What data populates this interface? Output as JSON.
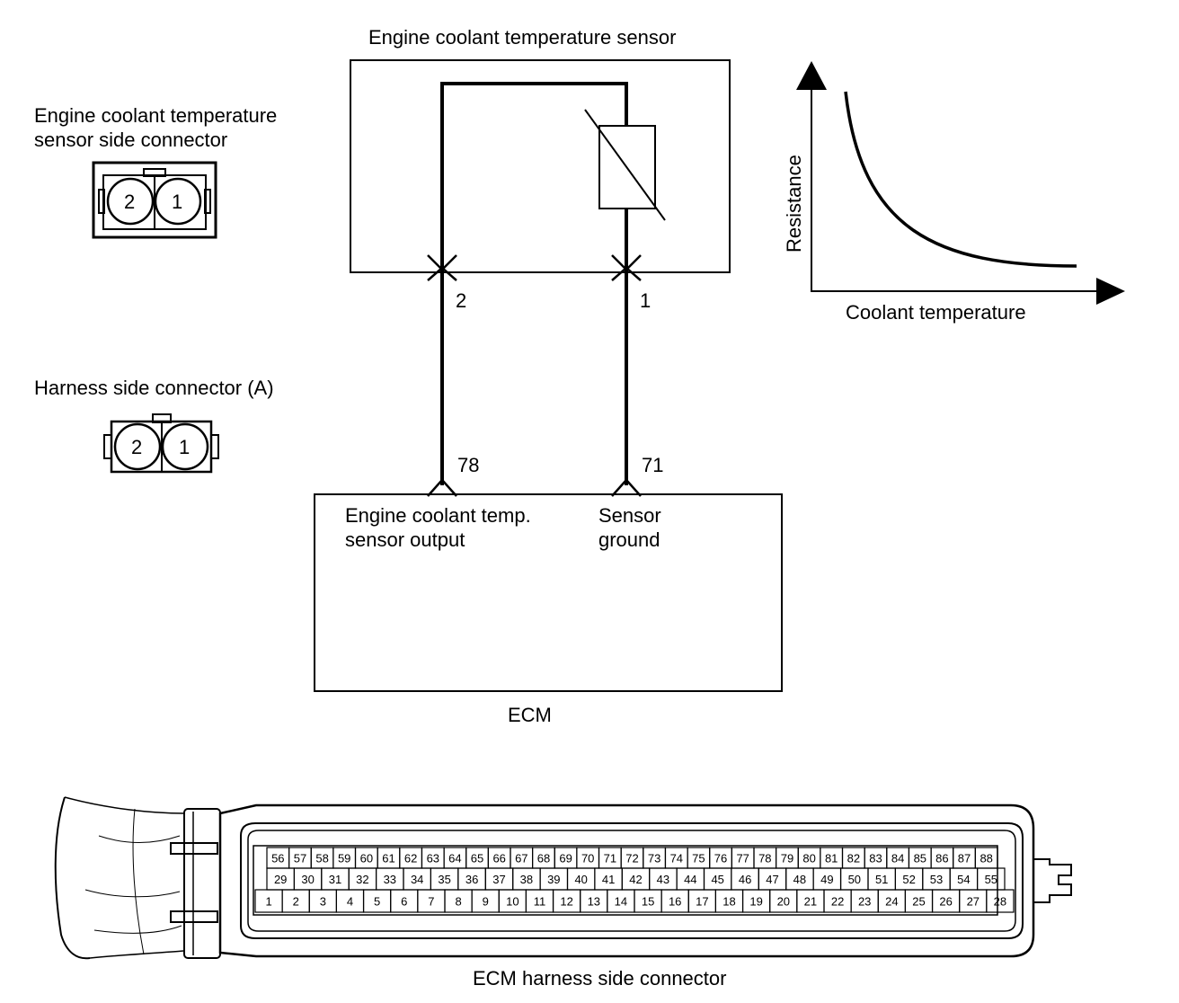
{
  "sensor": {
    "title": "Engine coolant temperature sensor",
    "pin_left": "2",
    "pin_right": "1"
  },
  "sensor_connector": {
    "label_line1": "Engine coolant temperature",
    "label_line2": "sensor side connector",
    "pin_left": "2",
    "pin_right": "1"
  },
  "harness_connector": {
    "label": "Harness side connector (A)",
    "pin_left": "2",
    "pin_right": "1"
  },
  "graph": {
    "ylabel": "Resistance",
    "xlabel": "Coolant temperature"
  },
  "ecm": {
    "title": "ECM",
    "terminal_left": "78",
    "terminal_right": "71",
    "output_line1": "Engine coolant temp.",
    "output_line2": "sensor output",
    "ground_line1": "Sensor",
    "ground_line2": "ground"
  },
  "ecm_connector": {
    "label": "ECM harness side connector",
    "row1": [
      "56",
      "57",
      "58",
      "59",
      "60",
      "61",
      "62",
      "63",
      "64",
      "65",
      "66",
      "67",
      "68",
      "69",
      "70",
      "71",
      "72",
      "73",
      "74",
      "75",
      "76",
      "77",
      "78",
      "79",
      "80",
      "81",
      "82",
      "83",
      "84",
      "85",
      "86",
      "87",
      "88"
    ],
    "row2": [
      "29",
      "30",
      "31",
      "32",
      "33",
      "34",
      "35",
      "36",
      "37",
      "38",
      "39",
      "40",
      "41",
      "42",
      "43",
      "44",
      "45",
      "46",
      "47",
      "48",
      "49",
      "50",
      "51",
      "52",
      "53",
      "54",
      "55"
    ],
    "row3": [
      "1",
      "2",
      "3",
      "4",
      "5",
      "6",
      "7",
      "8",
      "9",
      "10",
      "11",
      "12",
      "13",
      "14",
      "15",
      "16",
      "17",
      "18",
      "19",
      "20",
      "21",
      "22",
      "23",
      "24",
      "25",
      "26",
      "27",
      "28"
    ]
  }
}
